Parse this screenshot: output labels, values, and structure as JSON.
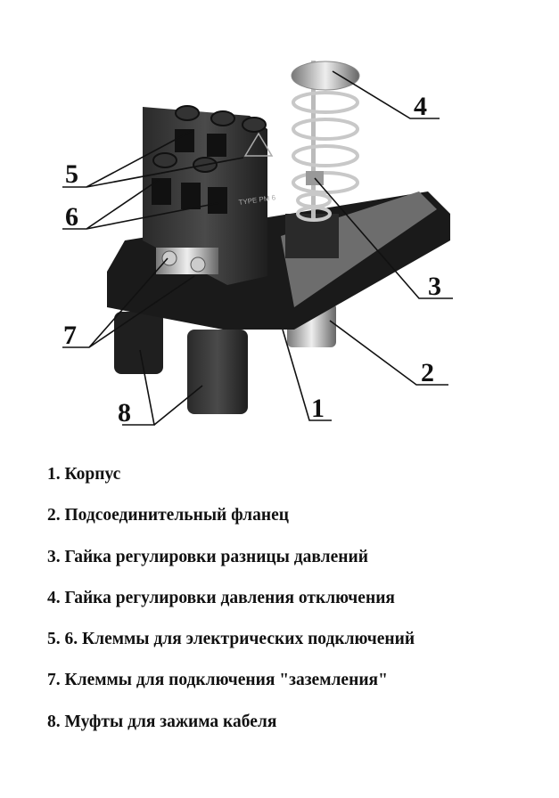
{
  "callouts": [
    "1",
    "2",
    "3",
    "4",
    "5",
    "6",
    "7",
    "8"
  ],
  "device_markings": {
    "type": "TYPE PM 6"
  },
  "legend": [
    "1. Корпус",
    "2. Подсоединительный фланец",
    "3. Гайка регулировки разницы давлений",
    "4. Гайка регулировки давления отключения",
    "5. 6. Клеммы для электрических подключений",
    "7. Клеммы для подключения \"заземления\"",
    "8. Муфты для зажима кабеля"
  ]
}
